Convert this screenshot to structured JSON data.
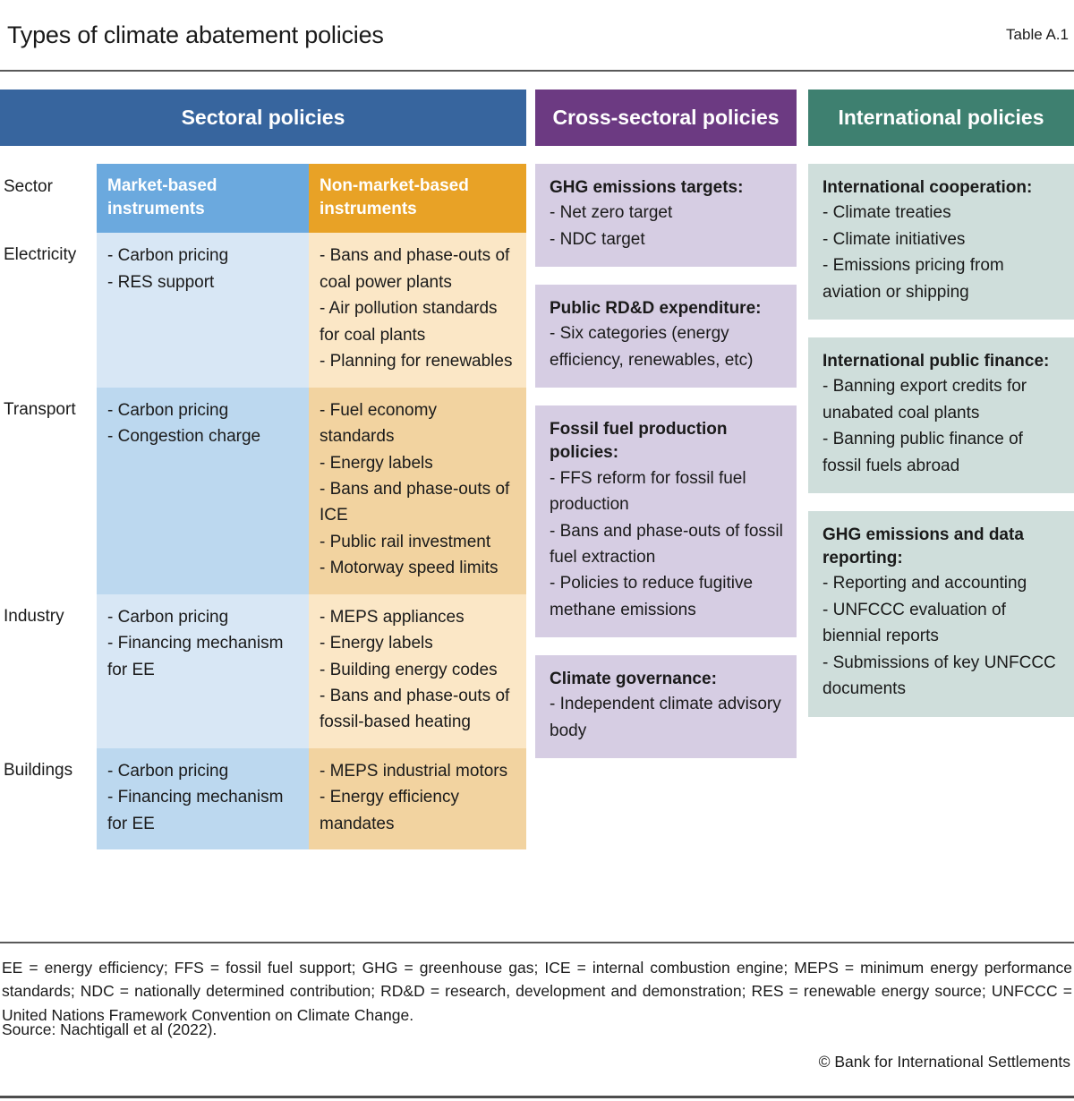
{
  "header": {
    "title": "Types of climate abatement policies",
    "table_number": "Table A.1"
  },
  "colors": {
    "sectoral_header": "#37659e",
    "cross_sectoral_header": "#6c3a82",
    "international_header": "#3e8070",
    "market_based_header": "#6ba9de",
    "non_market_based_header": "#e8a226",
    "market_based_light": "#d8e7f5",
    "market_based_dark": "#bcd8ef",
    "non_market_based_light": "#fbe7c6",
    "non_market_based_dark": "#f2d3a0",
    "cross_sectoral_card": "#d6cde3",
    "international_card": "#cfdedb"
  },
  "groups": {
    "sectoral": "Sectoral policies",
    "cross_sectoral": "Cross-sectoral policies",
    "international": "International policies"
  },
  "sectoral": {
    "head": {
      "sector": "Sector",
      "market_based": "Market-based instruments",
      "non_market_based": "Non-market-based instruments"
    },
    "rows": [
      {
        "sector": "Electricity",
        "market_based": [
          "- Carbon pricing",
          "- RES support"
        ],
        "non_market_based": [
          "- Bans and phase-outs of coal power plants",
          "- Air pollution standards for coal plants",
          "- Planning for renewables"
        ]
      },
      {
        "sector": "Transport",
        "market_based": [
          "- Carbon pricing",
          "- Congestion charge"
        ],
        "non_market_based": [
          "- Fuel economy standards",
          "- Energy labels",
          "- Bans and phase-outs of ICE",
          "- Public rail investment",
          "- Motorway speed limits"
        ]
      },
      {
        "sector": "Industry",
        "market_based": [
          "- Carbon pricing",
          "- Financing mechanism for EE"
        ],
        "non_market_based": [
          "- MEPS appliances",
          "- Energy labels",
          "- Building energy codes",
          "- Bans and phase-outs of fossil-based heating"
        ]
      },
      {
        "sector": "Buildings",
        "market_based": [
          "- Carbon pricing",
          "- Financing mechanism for EE"
        ],
        "non_market_based": [
          "- MEPS industrial motors",
          "- Energy efficiency mandates"
        ]
      }
    ]
  },
  "cross_sectoral_cards": [
    {
      "title": "GHG emissions targets:",
      "items": [
        "- Net zero target",
        "- NDC target"
      ]
    },
    {
      "title": "Public RD&D expenditure:",
      "items": [
        "- Six categories (energy efficiency, renewables, etc)"
      ]
    },
    {
      "title": "Fossil fuel production policies:",
      "items": [
        "- FFS reform for fossil fuel production",
        "- Bans and phase-outs of fossil fuel extraction",
        "- Policies to reduce fugitive methane emissions"
      ]
    },
    {
      "title": "Climate governance:",
      "items": [
        "- Independent climate advisory body"
      ]
    }
  ],
  "international_cards": [
    {
      "title": "International cooperation:",
      "items": [
        "- Climate treaties",
        "- Climate initiatives",
        "- Emissions pricing from aviation or shipping"
      ]
    },
    {
      "title": "International public finance:",
      "items": [
        "- Banning export credits for unabated coal plants",
        "- Banning public finance of fossil fuels abroad"
      ]
    },
    {
      "title": "GHG emissions and data reporting:",
      "items": [
        "- Reporting and accounting",
        "- UNFCCC evaluation of biennial reports",
        "- Submissions of key UNFCCC documents"
      ]
    }
  ],
  "footer": {
    "abbreviations": "EE = energy efficiency; FFS = fossil fuel support; GHG = greenhouse gas; ICE = internal combustion engine; MEPS = minimum energy performance standards; NDC = nationally determined contribution; RD&D = research, development and demonstration; RES = renewable energy source; UNFCCC = United Nations Framework Convention on Climate Change.",
    "source": "Source: Nachtigall et al (2022).",
    "copyright": "© Bank for International Settlements"
  }
}
